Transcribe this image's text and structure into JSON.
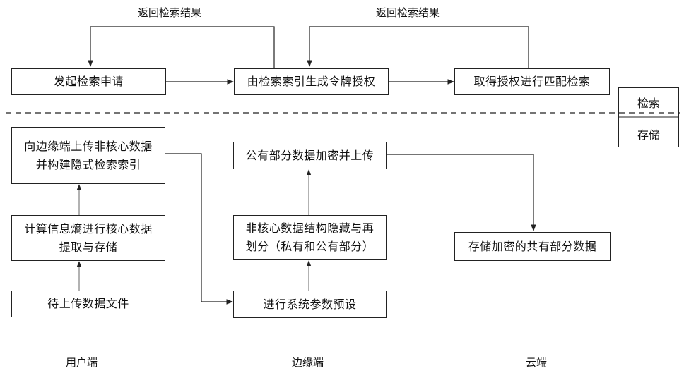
{
  "retrieval": {
    "start_search": "发起检索申请",
    "token_auth": "由检索索引生成令牌授权",
    "match_search": "取得授权进行匹配检索",
    "return_label_1": "返回检索结果",
    "return_label_2": "返回检索结果"
  },
  "legend": {
    "top": "检索",
    "bottom": "存储"
  },
  "user_side": {
    "file": "待上传数据文件",
    "entropy": [
      "计算信息熵进行核心数据",
      "提取与存储"
    ],
    "upload_noncore": [
      "向边缘端上传非核心数据",
      "并构建隐式检索索引"
    ],
    "column_label": "用户端"
  },
  "edge_side": {
    "params": "进行系统参数预设",
    "hide_structure": [
      "非核心数据结构隐藏与再",
      "划分（私有和公有部分）"
    ],
    "encrypt_public": "公有部分数据加密并上传",
    "column_label": "边缘端"
  },
  "cloud_side": {
    "store_shared": "存储加密的共有部分数据",
    "column_label": "云端"
  }
}
